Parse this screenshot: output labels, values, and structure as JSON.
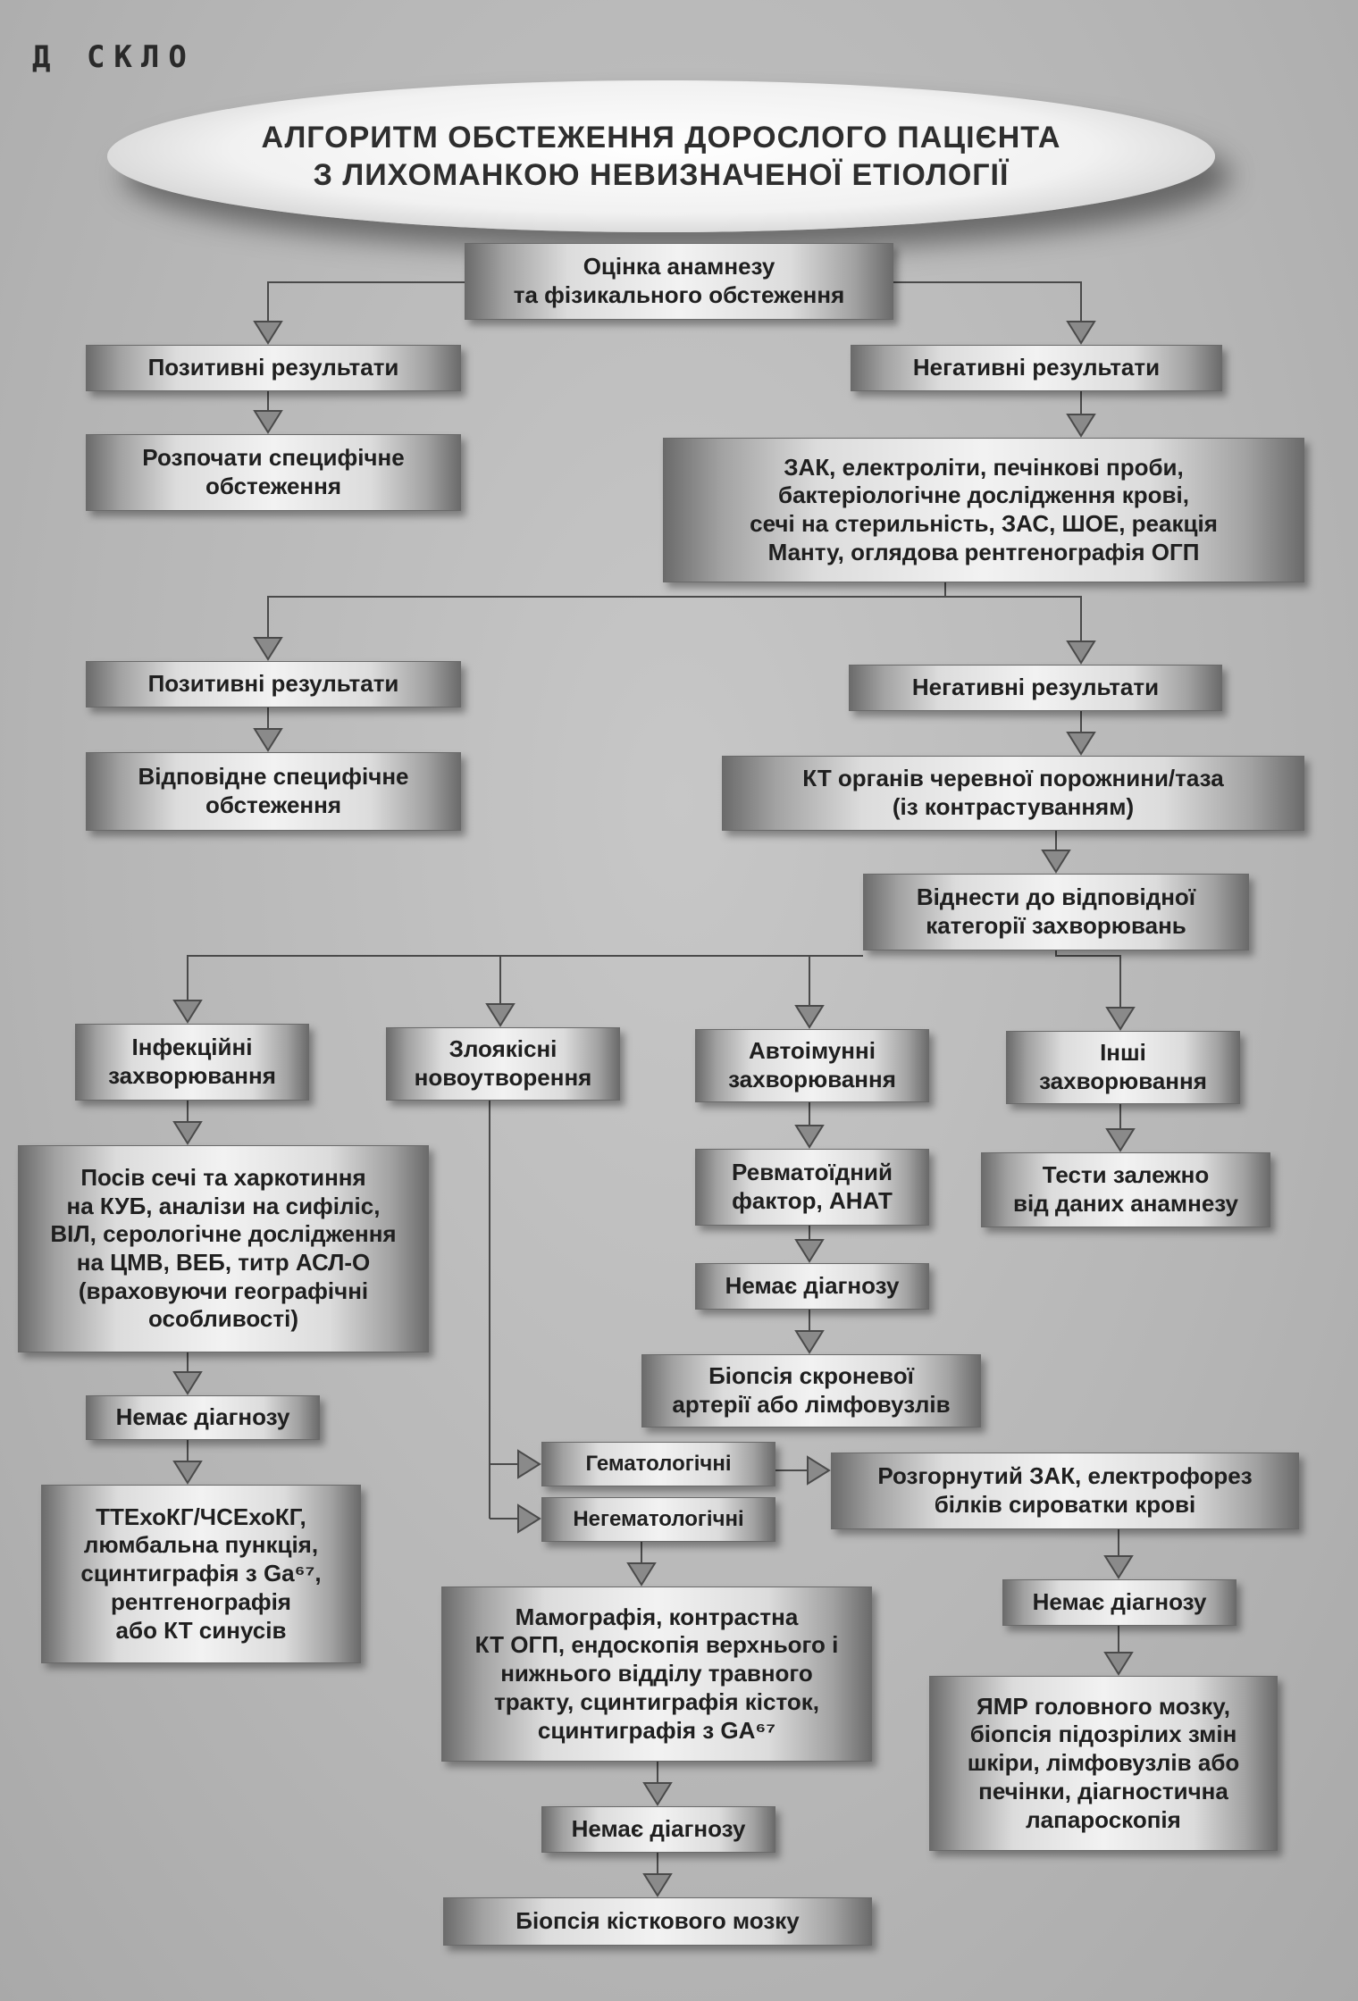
{
  "header": {
    "label": "Д СКЛО"
  },
  "title": {
    "text": "АЛГОРИТМ ОБСТЕЖЕННЯ ДОРОСЛОГО ПАЦІЄНТА\nЗ ЛИХОМАНКОЮ НЕВИЗНАЧЕНОЇ ЕТІОЛОГІЇ"
  },
  "nodes": {
    "anamnesis": "Оцінка анамнезу\nта фізикального обстеження",
    "pos1": "Позитивні результати",
    "neg1": "Негативні результати",
    "specific1": "Розпочати специфічне\nобстеження",
    "lab_tests": "ЗАК, електроліти, печінкові проби,\nбактеріологічне дослідження крові,\nсечі на стерильність, ЗАС, ШОЕ, реакція\nМанту, оглядова рентгенографія ОГП",
    "pos2": "Позитивні результати",
    "neg2": "Негативні результати",
    "specific2": "Відповідне специфічне\nобстеження",
    "ct": "КТ органів черевної порожнини/таза\n(із контрастуванням)",
    "categorize": "Віднести до відповідної\nкатегорії захворювань",
    "infectious": "Інфекційні\nзахворювання",
    "malignant": "Злоякісні\nновоутворення",
    "autoimmune": "Автоімунні\nзахворювання",
    "other": "Інші\nзахворювання",
    "infect_tests": "Посів сечі та харкотиння\nна КУБ, аналізи на сифіліс,\nВІЛ, серологічне дослідження\nна ЦМВ, ВЕБ, титр АСЛ-О\n(враховуючи географічні\nособливості)",
    "ra": "Ревматоїдний\nфактор, АНАТ",
    "other_tests": "Тести залежно\nвід даних анамнезу",
    "no_dx_auto": "Немає діагнозу",
    "biopsy_temporal": "Біопсія скроневої\nартерії або лімфовузлів",
    "no_dx_infect": "Немає діагнозу",
    "hemato": "Гематологічні",
    "nonhemato": "Негематологічні",
    "extended_cbc": "Розгорнутий ЗАК, електрофорез\nбілків сироватки крові",
    "echo": "ТТЕхоКГ/ЧСЕхоКГ,\nлюмбальна пункція,\nсцинтиграфія з Ga⁶⁷,\nрентгенографія\nабо КТ синусів",
    "mammo": "Мамографія, контрастна\nКТ ОГП, ендоскопія верхнього і\nнижнього відділу травного\nтракту, сцинтиграфія кісток,\nсцинтиграфія з GA⁶⁷",
    "no_dx_hemato": "Немає діагнозу",
    "mri": "ЯМР головного мозку,\nбіопсія підозрілих змін\nшкіри, лімфовузлів або\nпечінки, діагностична\nлапароскопія",
    "no_dx_onco": "Немає діагнозу",
    "bone_marrow": "Біопсія кісткового мозку"
  },
  "colors": {
    "line": "#4a4a4a",
    "arrow_fill": "#8a8a8a"
  }
}
